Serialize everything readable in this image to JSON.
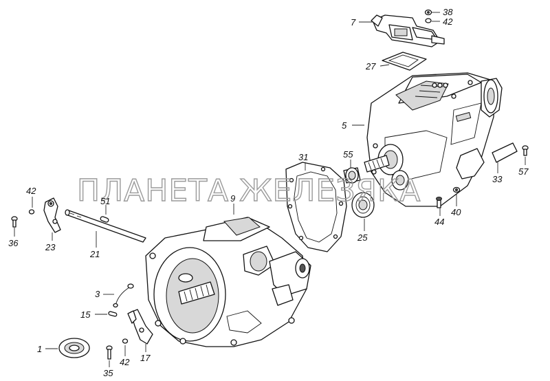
{
  "watermark": "ПЛАНЕТА ЖЕЛЕЗЯКА",
  "callouts": {
    "c1": "1",
    "c3": "3",
    "c5": "5",
    "c7": "7",
    "c9": "9",
    "c15": "15",
    "c17": "17",
    "c21": "21",
    "c23": "23",
    "c25": "25",
    "c27": "27",
    "c31": "31",
    "c33": "33",
    "c35": "35",
    "c36": "36",
    "c38": "38",
    "c40": "40",
    "c42a": "42",
    "c42b": "42",
    "c42c": "42",
    "c44": "44",
    "c51": "51",
    "c55": "55",
    "c57": "57"
  }
}
